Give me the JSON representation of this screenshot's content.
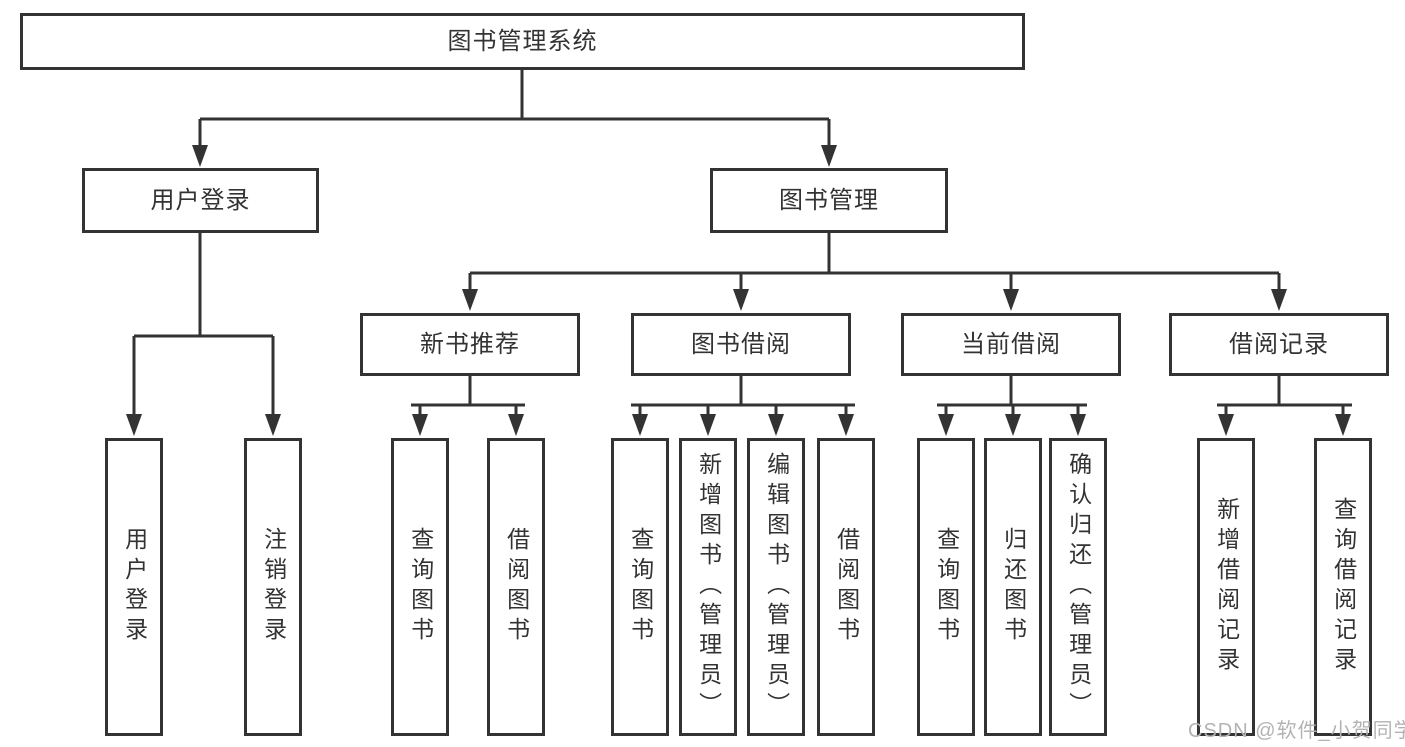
{
  "diagram_type": "tree",
  "tree": {
    "root": {
      "label": "图书管理系统"
    },
    "children": [
      {
        "label": "用户登录",
        "children": [
          {
            "label": "用户登录"
          },
          {
            "label": "注销登录"
          }
        ]
      },
      {
        "label": "图书管理",
        "children": [
          {
            "label": "新书推荐",
            "children": [
              {
                "label": "查询图书"
              },
              {
                "label": "借阅图书"
              }
            ]
          },
          {
            "label": "图书借阅",
            "children": [
              {
                "label": "查询图书"
              },
              {
                "label": "新增图书（管理员）"
              },
              {
                "label": "编辑图书（管理员）"
              },
              {
                "label": "借阅图书"
              }
            ]
          },
          {
            "label": "当前借阅",
            "children": [
              {
                "label": "查询图书"
              },
              {
                "label": "归还图书"
              },
              {
                "label": "确认归还（管理员）"
              }
            ]
          },
          {
            "label": "借阅记录",
            "children": [
              {
                "label": "新增借阅记录"
              },
              {
                "label": "查询借阅记录"
              }
            ]
          }
        ]
      }
    ]
  },
  "watermark": {
    "text": "CSDN @软件_小贺同学"
  },
  "colors": {
    "line": "#333333",
    "text": "#333333",
    "watermark": "#b3b3b3",
    "background": "#ffffff"
  }
}
